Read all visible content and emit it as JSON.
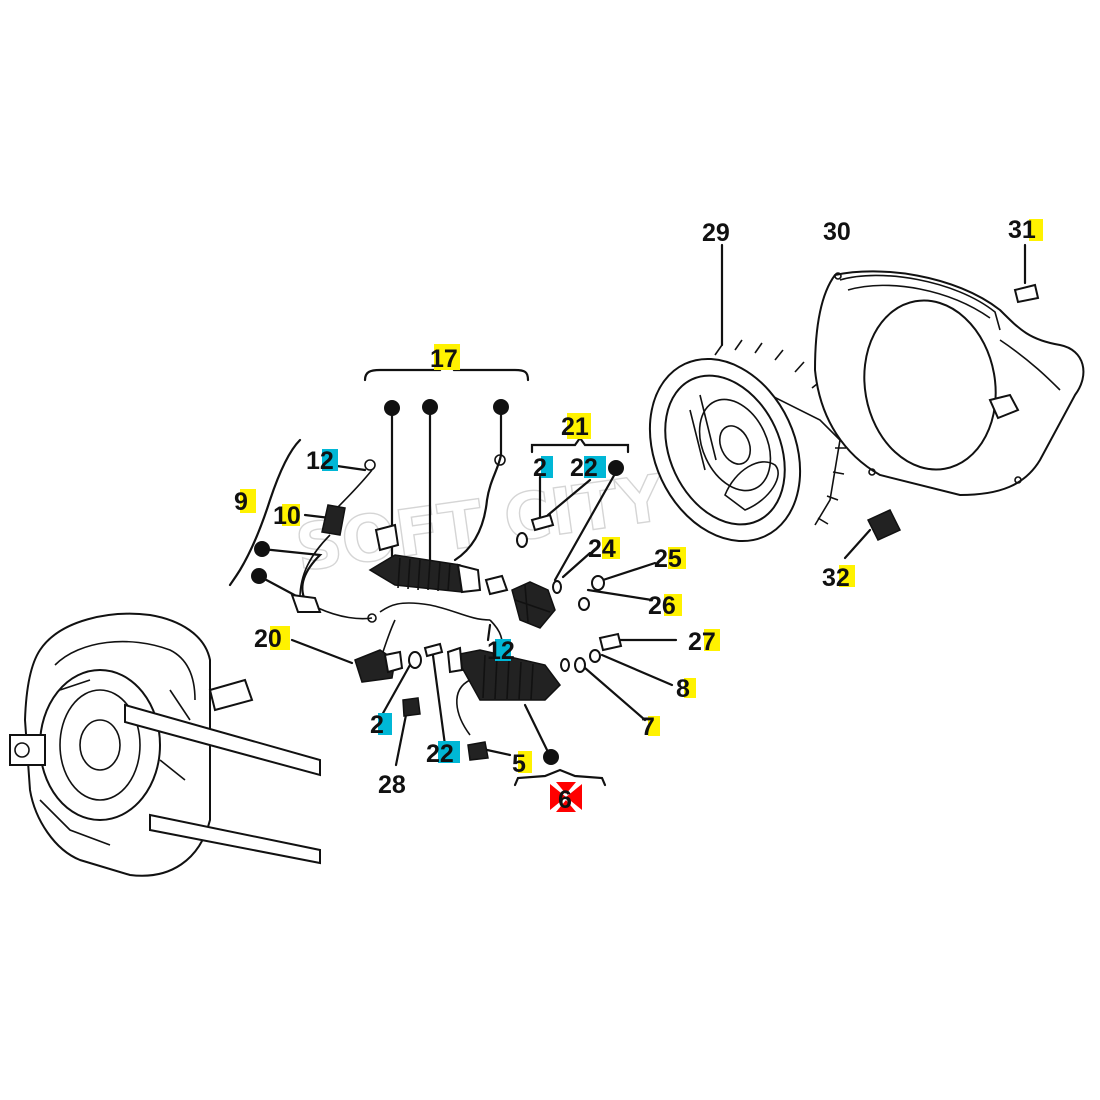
{
  "diagram": {
    "watermark": "SOFT CITY",
    "callouts": {
      "c2a": "2",
      "c2b": "2",
      "c5": "5",
      "c6": "6",
      "c7": "7",
      "c8": "8",
      "c9": "9",
      "c10": "10",
      "c12a": "12",
      "c12b": "12",
      "c17": "17",
      "c20": "20",
      "c21": "21",
      "c22a": "22",
      "c22b": "22",
      "c24": "24",
      "c25": "25",
      "c26": "26",
      "c27": "27",
      "c28": "28",
      "c29": "29",
      "c30": "30",
      "c31": "31",
      "c32": "32"
    },
    "highlight_colors": {
      "yellow": "#fff200",
      "cyan": "#00b7d6",
      "marker_red": "#ff0000"
    }
  }
}
